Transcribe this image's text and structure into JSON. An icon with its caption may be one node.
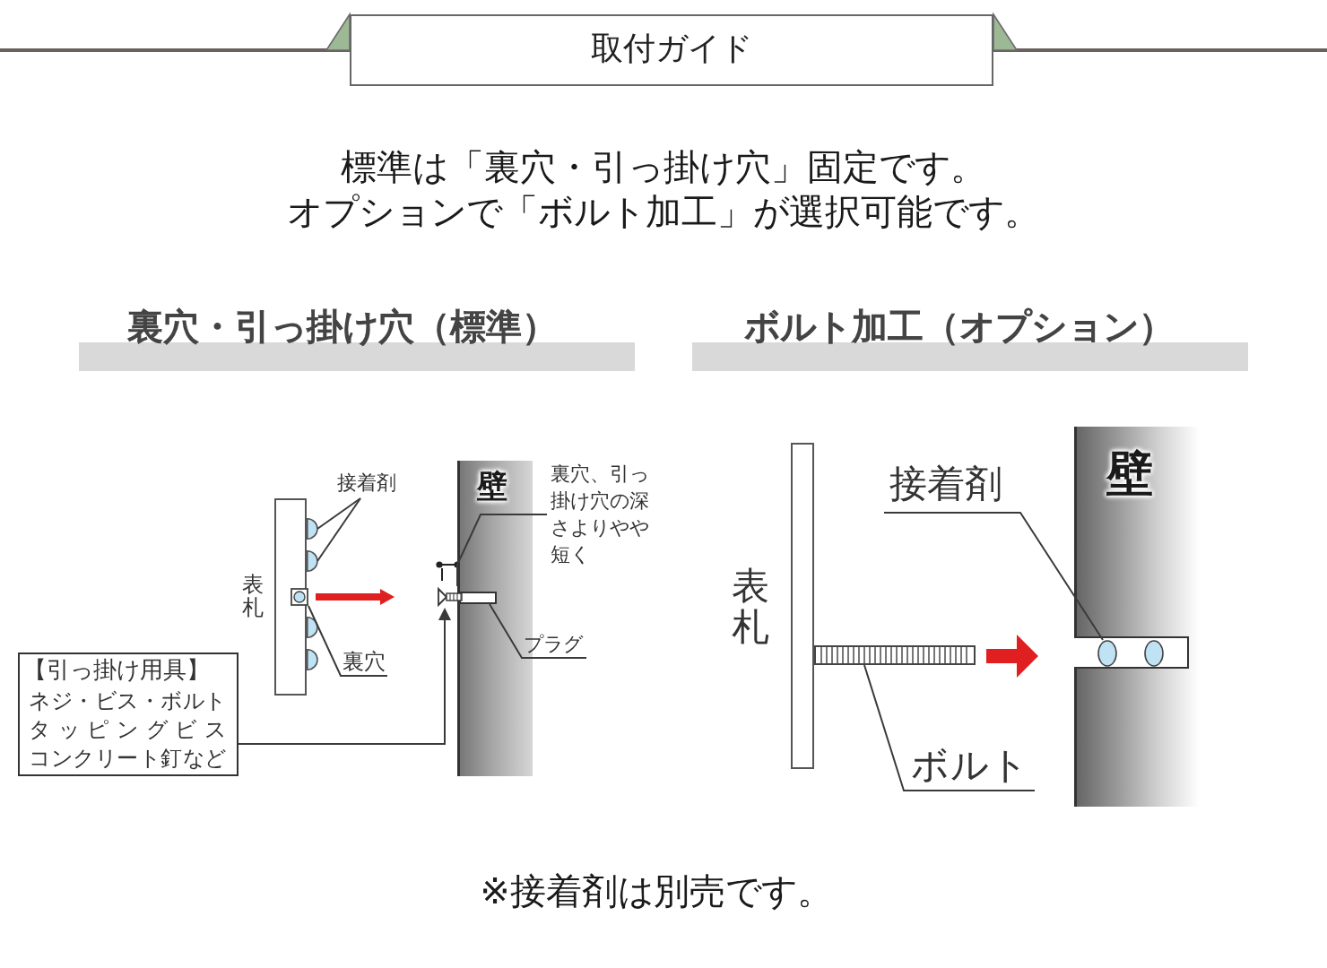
{
  "diagram": {
    "title": "取付ガイド",
    "nodes": [
      {
        "text": [
          "裏穴・引っ掛け穴（標準）"
        ]
      },
      {
        "text": [
          "ボルト加工（オプション）"
        ]
      },
      {
        "text": [
          "接着剤"
        ]
      },
      {
        "text": [],
        "shape": "circle"
      },
      {
        "text": [],
        "shape": "circle"
      },
      {
        "text": [],
        "shape": "box"
      },
      {
        "text": [],
        "shape": "circle"
      },
      {
        "text": [],
        "shape": "circle"
      },
      {
        "text": [
          "裏穴"
        ]
      },
      {
        "text": [
          "壁"
        ]
      },
      {
        "text": [
          "裏穴、引っ掛け穴の深さよりやや短く"
        ]
      },
      {
        "text": [],
        "shape": "box",
        "in": 9
      },
      {
        "text": [
          "プラグ"
        ]
      },
      {
        "text": [],
        "shape": "picture"
      },
      {
        "text": [
          "【引っ掛け用具】",
          "ネジ・ビス・ボルト",
          "タッピングビス",
          "コンクリート釘など"
        ]
      },
      {
        "text": [
          "壁"
        ]
      },
      {
        "text": [
          "接着剤"
        ]
      },
      {
        "text": [],
        "shape": "circle",
        "in": 15
      },
      {
        "text": [],
        "shape": "circle",
        "in": 15
      },
      {
        "text": [],
        "shape": "bar"
      },
      {
        "text": [
          "ボルト"
        ]
      }
    ],
    "edges": [
      {
        "from": 2,
        "to": 3,
        "arrow": "none"
      },
      {
        "from": 2,
        "to": 4,
        "arrow": "none"
      },
      {
        "from": 8,
        "to": 5,
        "arrow": "none"
      },
      {
        "from": 5,
        "to": 13,
        "arrow": "to",
        "style": "thick",
        "color": "#e02020"
      },
      {
        "from": 10,
        "to": 13,
        "arrow": "none"
      },
      {
        "from": 12,
        "to": 11,
        "arrow": "none"
      },
      {
        "from": 14,
        "to": 13,
        "arrow": "to"
      },
      {
        "from": 16,
        "to": 17,
        "arrow": "none"
      },
      {
        "from": 19,
        "to": 17,
        "arrow": "to",
        "style": "thick",
        "color": "#e02020"
      },
      {
        "from": 20,
        "to": 19,
        "arrow": "none"
      }
    ],
    "labels": [
      "標準は「裏穴・引っ掛け穴」固定です。",
      "オプションで「ボルト加工」が選択可能です。",
      "表札",
      "表札",
      "※接着剤は別売です。"
    ]
  }
}
